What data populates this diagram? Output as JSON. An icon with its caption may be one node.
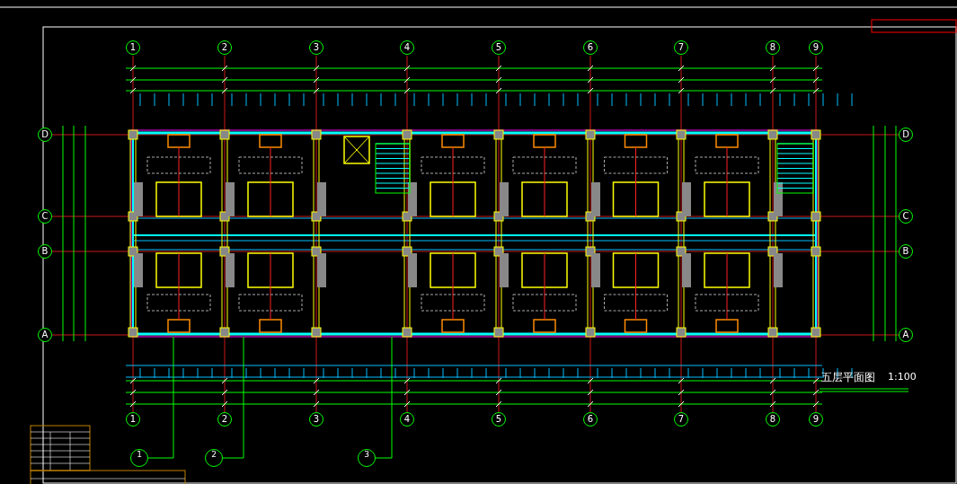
{
  "diagram": {
    "title": "五层平面图",
    "labels": [
      "1",
      "2",
      "3",
      "4",
      "5",
      "6",
      "7",
      "8",
      "9",
      "D",
      "D",
      "C",
      "C",
      "B",
      "B",
      "A",
      "A",
      "1",
      "2",
      "3",
      "4",
      "5",
      "6",
      "7",
      "8",
      "9",
      "1:100",
      "1",
      "2",
      "3"
    ]
  }
}
